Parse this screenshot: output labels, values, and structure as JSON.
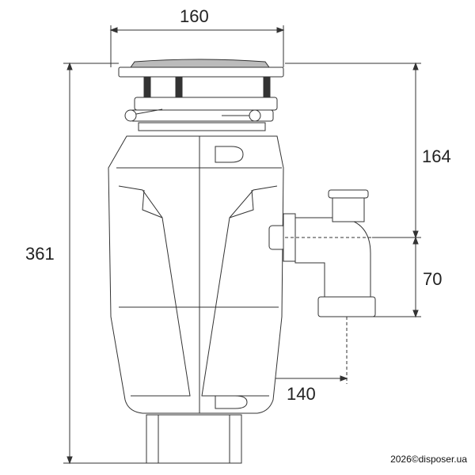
{
  "dimensions": {
    "width_top": "160",
    "height_total": "361",
    "height_to_outlet": "164",
    "outlet_drop": "70",
    "outlet_offset": "140"
  },
  "watermark": "2026©disposer.ua"
}
